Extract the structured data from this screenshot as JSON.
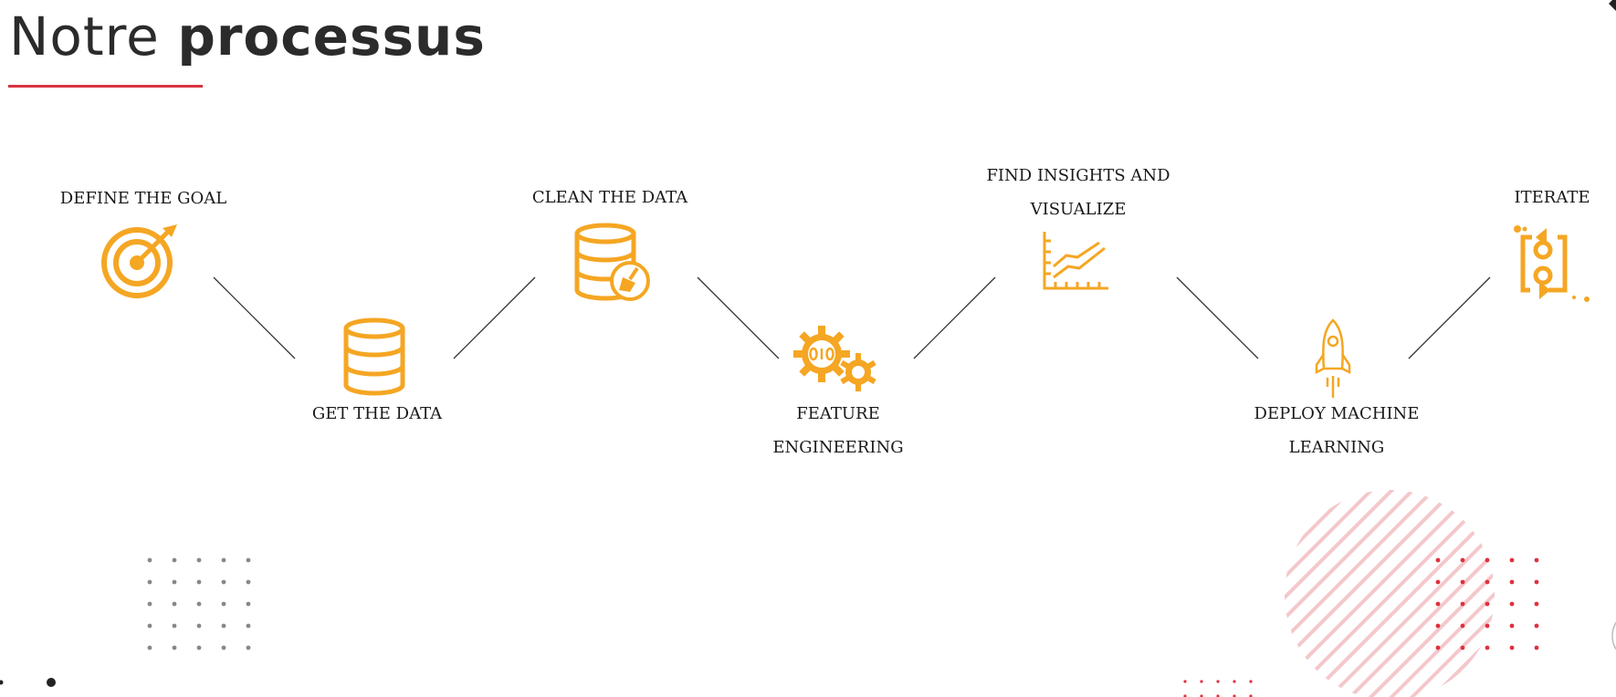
{
  "title": {
    "regular": "Notre",
    "bold": "processus"
  },
  "colors": {
    "accent": "#f5a623",
    "underline": "#d9333f",
    "connector": "#333333",
    "deco_red": "#e0303d",
    "deco_gray": "#888888",
    "stripes": "#f4c7cb"
  },
  "steps": [
    {
      "label": "DEFINE THE GOAL",
      "icon": "target-arrow-icon"
    },
    {
      "label": "GET THE DATA",
      "icon": "database-icon"
    },
    {
      "label": "CLEAN THE DATA",
      "icon": "database-clean-icon"
    },
    {
      "label_line1": "FEATURE",
      "label_line2": "ENGINEERING",
      "icon": "gears-binary-icon"
    },
    {
      "label_line1": "FIND INSIGHTS AND",
      "label_line2": "VISUALIZE",
      "icon": "line-chart-icon"
    },
    {
      "label_line1": "DEPLOY MACHINE",
      "label_line2": "LEARNING",
      "icon": "rocket-icon"
    },
    {
      "label": "ITERATE",
      "icon": "iterate-cycle-icon"
    }
  ]
}
